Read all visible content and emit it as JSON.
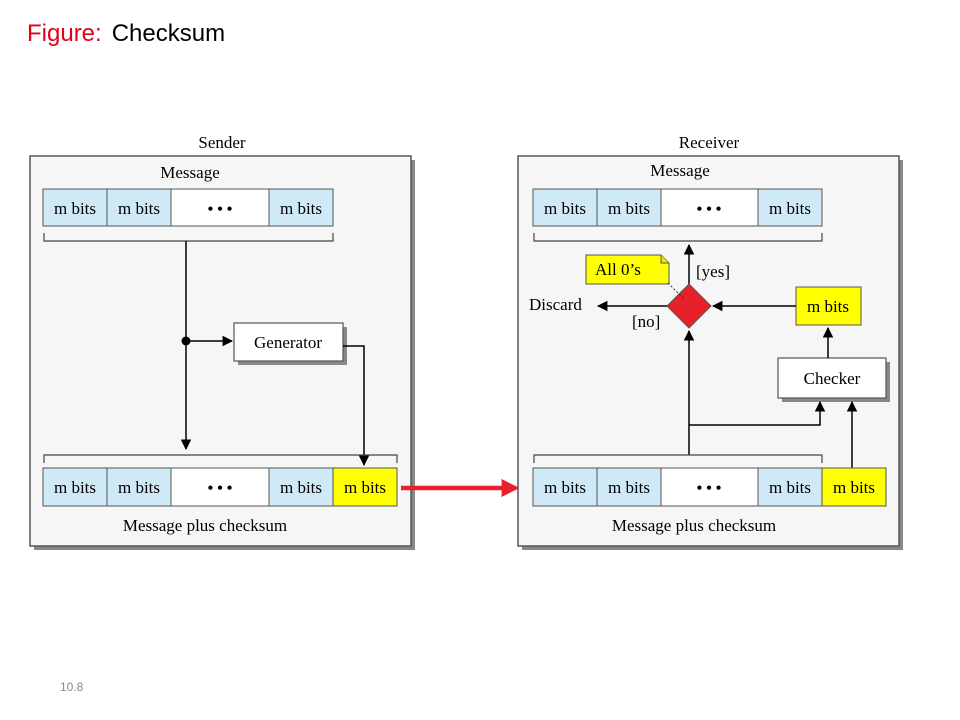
{
  "title": {
    "prefix": "Figure:",
    "main": "Checksum"
  },
  "slide_number": "10.8",
  "sender": {
    "label": "Sender",
    "message_label": "Message",
    "message_cells": [
      "m bits",
      "m bits",
      "m bits"
    ],
    "ellipsis": "• • •",
    "generator_label": "Generator",
    "output_cells": [
      "m bits",
      "m bits",
      "m bits"
    ],
    "checksum_cell": "m bits",
    "output_label": "Message plus checksum"
  },
  "receiver": {
    "label": "Receiver",
    "message_label": "Message",
    "message_cells": [
      "m bits",
      "m bits",
      "m bits"
    ],
    "ellipsis": "• • •",
    "all_zeros_label": "All 0’s",
    "yes_label": "[yes]",
    "no_label": "[no]",
    "discard_label": "Discard",
    "checker_output_cell": "m bits",
    "checker_label": "Checker",
    "input_cells": [
      "m bits",
      "m bits",
      "m bits"
    ],
    "checksum_cell": "m bits",
    "input_label": "Message plus checksum"
  },
  "colors": {
    "cell_blue": "#cfe9f6",
    "cell_yellow": "#ffff00",
    "decision_red": "#e8202a",
    "transfer_arrow": "#e8202a",
    "panel_border": "#555555",
    "title_red": "#e3001b"
  }
}
